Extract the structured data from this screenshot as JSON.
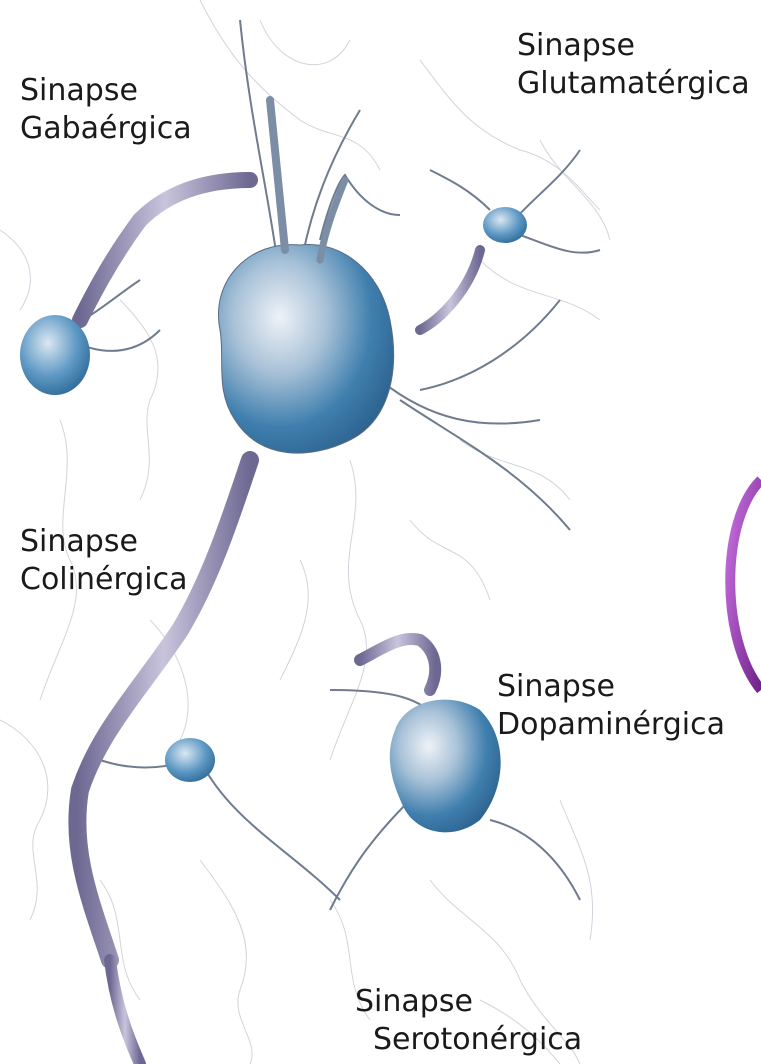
{
  "labels": {
    "gaba": {
      "line1": "Sinapse",
      "line2": "Gabaérgica"
    },
    "glut": {
      "line1": "Sinapse",
      "line2": "Glutamatérgica"
    },
    "coli": {
      "line1": "Sinapse",
      "line2": "Colinérgica"
    },
    "dopa": {
      "line1": "Sinapse",
      "line2": "Dopaminérgica"
    },
    "sero": {
      "line1": "Sinapse",
      "line2": "Serotonérgica"
    }
  },
  "colors": {
    "neuron_body": "#3f7fae",
    "neuron_light": "#d7e3ee",
    "axon": "#8b84a8",
    "dendrite": "#8a96a6",
    "accent_ring": "#9b3fb5"
  }
}
